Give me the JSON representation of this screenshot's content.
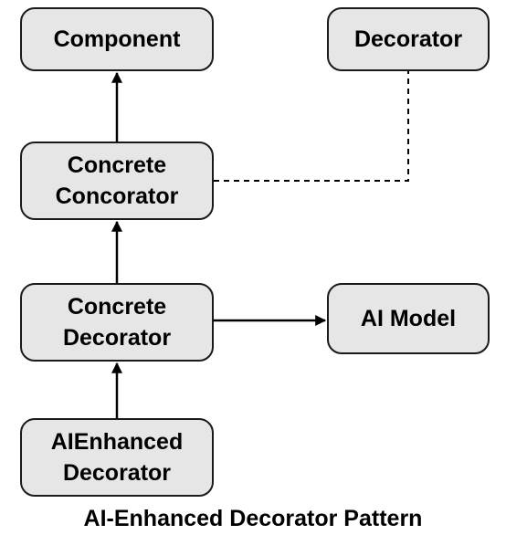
{
  "nodes": {
    "component": {
      "lines": [
        "Component"
      ]
    },
    "decorator": {
      "lines": [
        "Decorator"
      ]
    },
    "concrete_concorator": {
      "lines": [
        "Concrete",
        "Concorator"
      ]
    },
    "concrete_decorator": {
      "lines": [
        "Concrete",
        "Decorator"
      ]
    },
    "ai_model": {
      "lines": [
        "AI Model"
      ]
    },
    "aienhanced_decorator": {
      "lines": [
        "AIEnhanced",
        "Decorator"
      ]
    }
  },
  "caption": "AI-Enhanced Decorator Pattern",
  "colors": {
    "node_fill": "#e6e6e6",
    "node_border": "#1a1a1a",
    "text": "#000000",
    "line": "#000000"
  }
}
